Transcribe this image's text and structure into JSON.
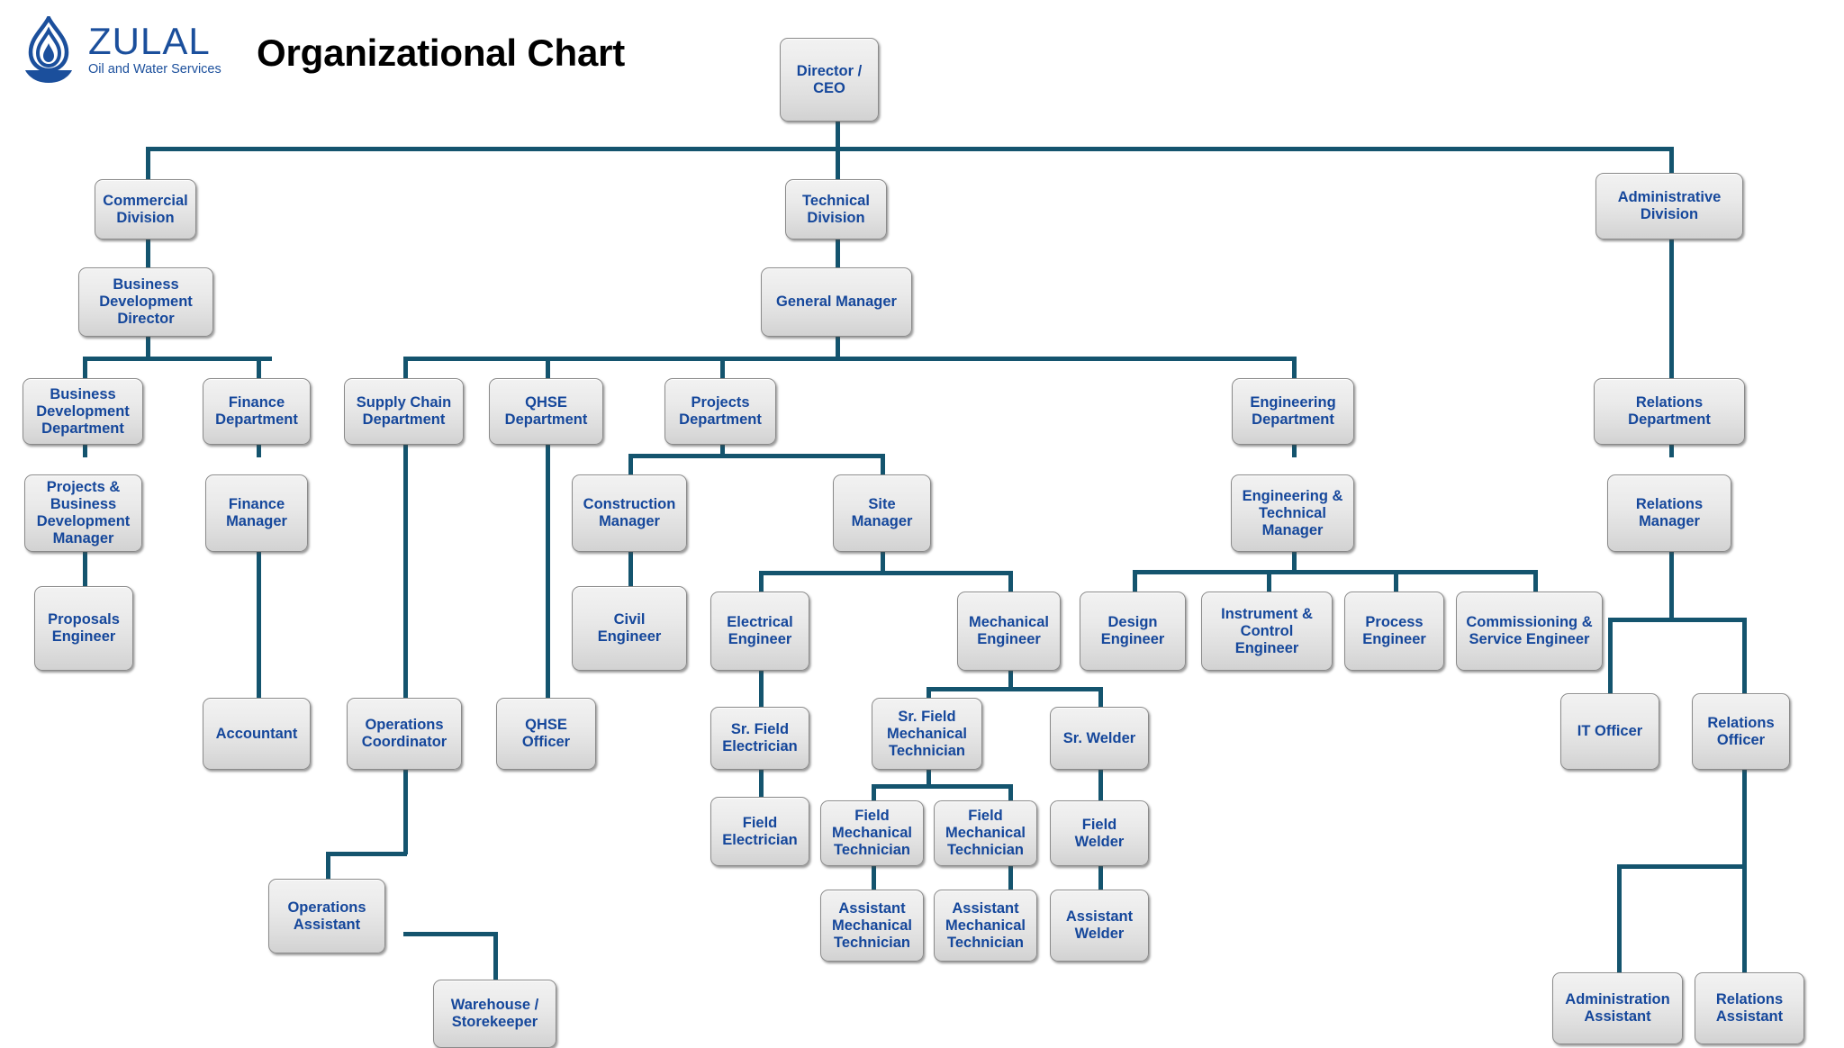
{
  "header": {
    "logo_word": "ZULAL",
    "logo_tagline": "Oil and Water Services",
    "logo_icon": "flame-droplet-bowl-icon",
    "title": "Organizational Chart"
  },
  "colors": {
    "connector": "#14546e",
    "node_text": "#15479b",
    "node_border": "#8a8a8a",
    "node_fill_top": "#f2f2f2",
    "node_fill_bottom": "#d2d2d2",
    "brand_blue": "#1b4f9c",
    "title_black": "#000000",
    "background": "#ffffff"
  },
  "chart_data": {
    "type": "diagram",
    "title": "Organizational Chart",
    "orientation": "top-down",
    "root": "Director / CEO",
    "nodes": [
      {
        "id": "ceo",
        "label": "Director /\nCEO",
        "parent": null
      },
      {
        "id": "commercial_div",
        "label": "Commercial\nDivision",
        "parent": "ceo"
      },
      {
        "id": "technical_div",
        "label": "Technical\nDivision",
        "parent": "ceo"
      },
      {
        "id": "administrative_div",
        "label": "Administrative\nDivision",
        "parent": "ceo"
      },
      {
        "id": "bd_director",
        "label": "Business\nDevelopment\nDirector",
        "parent": "commercial_div"
      },
      {
        "id": "general_manager",
        "label": "General Manager",
        "parent": "technical_div"
      },
      {
        "id": "relations_dept",
        "label": "Relations\nDepartment",
        "parent": "administrative_div"
      },
      {
        "id": "bd_dept",
        "label": "Business\nDevelopment\nDepartment",
        "parent": "bd_director"
      },
      {
        "id": "finance_dept",
        "label": "Finance\nDepartment",
        "parent": "bd_director"
      },
      {
        "id": "supply_chain_dept",
        "label": "Supply Chain\nDepartment",
        "parent": "general_manager"
      },
      {
        "id": "qhse_dept",
        "label": "QHSE\nDepartment",
        "parent": "general_manager"
      },
      {
        "id": "projects_dept",
        "label": "Projects\nDepartment",
        "parent": "general_manager"
      },
      {
        "id": "engineering_dept",
        "label": "Engineering\nDepartment",
        "parent": "general_manager"
      },
      {
        "id": "pbd_manager",
        "label": "Projects &\nBusiness\nDevelopment\nManager",
        "parent": "bd_dept"
      },
      {
        "id": "finance_manager",
        "label": "Finance\nManager",
        "parent": "finance_dept"
      },
      {
        "id": "construction_manager",
        "label": "Construction\nManager",
        "parent": "projects_dept"
      },
      {
        "id": "site_manager",
        "label": "Site\nManager",
        "parent": "projects_dept"
      },
      {
        "id": "eng_tech_manager",
        "label": "Engineering &\nTechnical\nManager",
        "parent": "engineering_dept"
      },
      {
        "id": "relations_manager",
        "label": "Relations\nManager",
        "parent": "relations_dept"
      },
      {
        "id": "proposals_engineer",
        "label": "Proposals\nEngineer",
        "parent": "pbd_manager"
      },
      {
        "id": "civil_engineer",
        "label": "Civil\nEngineer",
        "parent": "construction_manager"
      },
      {
        "id": "electrical_engineer",
        "label": "Electrical\nEngineer",
        "parent": "site_manager"
      },
      {
        "id": "mechanical_engineer",
        "label": "Mechanical\nEngineer",
        "parent": "site_manager"
      },
      {
        "id": "design_engineer",
        "label": "Design\nEngineer",
        "parent": "eng_tech_manager"
      },
      {
        "id": "instrument_engineer",
        "label": "Instrument &\nControl\nEngineer",
        "parent": "eng_tech_manager"
      },
      {
        "id": "process_engineer",
        "label": "Process\nEngineer",
        "parent": "eng_tech_manager"
      },
      {
        "id": "commissioning_engineer",
        "label": "Commissioning &\nService Engineer",
        "parent": "eng_tech_manager"
      },
      {
        "id": "accountant",
        "label": "Accountant",
        "parent": "finance_manager"
      },
      {
        "id": "operations_coordinator",
        "label": "Operations\nCoordinator",
        "parent": "supply_chain_dept"
      },
      {
        "id": "qhse_officer",
        "label": "QHSE\nOfficer",
        "parent": "qhse_dept"
      },
      {
        "id": "sr_field_electrician",
        "label": "Sr. Field\nElectrician",
        "parent": "electrical_engineer"
      },
      {
        "id": "sr_field_mech_tech",
        "label": "Sr. Field\nMechanical\nTechnician",
        "parent": "mechanical_engineer"
      },
      {
        "id": "sr_welder",
        "label": "Sr. Welder",
        "parent": "mechanical_engineer"
      },
      {
        "id": "it_officer",
        "label": "IT Officer",
        "parent": "relations_manager"
      },
      {
        "id": "relations_officer",
        "label": "Relations\nOfficer",
        "parent": "relations_manager"
      },
      {
        "id": "field_electrician",
        "label": "Field\nElectrician",
        "parent": "sr_field_electrician"
      },
      {
        "id": "field_mech_tech_1",
        "label": "Field\nMechanical\nTechnician",
        "parent": "sr_field_mech_tech"
      },
      {
        "id": "field_mech_tech_2",
        "label": "Field\nMechanical\nTechnician",
        "parent": "sr_field_mech_tech"
      },
      {
        "id": "field_welder",
        "label": "Field\nWelder",
        "parent": "sr_welder"
      },
      {
        "id": "operations_assistant",
        "label": "Operations\nAssistant",
        "parent": "operations_coordinator"
      },
      {
        "id": "warehouse_storekeeper",
        "label": "Warehouse /\nStorekeeper",
        "parent": "operations_coordinator"
      },
      {
        "id": "asst_mech_tech_1",
        "label": "Assistant\nMechanical\nTechnician",
        "parent": "field_mech_tech_1"
      },
      {
        "id": "asst_mech_tech_2",
        "label": "Assistant\nMechanical\nTechnician",
        "parent": "field_mech_tech_2"
      },
      {
        "id": "assistant_welder",
        "label": "Assistant\nWelder",
        "parent": "field_welder"
      },
      {
        "id": "administration_assistant",
        "label": "Administration\nAssistant",
        "parent": "relations_officer"
      },
      {
        "id": "relations_assistant",
        "label": "Relations\nAssistant",
        "parent": "relations_officer"
      }
    ]
  },
  "nodes": {
    "ceo": "Director /\nCEO",
    "commercial_div": "Commercial\nDivision",
    "technical_div": "Technical\nDivision",
    "administrative_div": "Administrative\nDivision",
    "bd_director": "Business\nDevelopment\nDirector",
    "general_manager": "General Manager",
    "relations_dept": "Relations\nDepartment",
    "bd_dept": "Business\nDevelopment\nDepartment",
    "finance_dept": "Finance\nDepartment",
    "supply_chain_dept": "Supply Chain\nDepartment",
    "qhse_dept": "QHSE\nDepartment",
    "projects_dept": "Projects\nDepartment",
    "engineering_dept": "Engineering\nDepartment",
    "pbd_manager": "Projects &\nBusiness\nDevelopment\nManager",
    "finance_manager": "Finance\nManager",
    "construction_manager": "Construction\nManager",
    "site_manager": "Site\nManager",
    "eng_tech_manager": "Engineering &\nTechnical\nManager",
    "relations_manager": "Relations\nManager",
    "proposals_engineer": "Proposals\nEngineer",
    "civil_engineer": "Civil\nEngineer",
    "electrical_engineer": "Electrical\nEngineer",
    "mechanical_engineer": "Mechanical\nEngineer",
    "design_engineer": "Design\nEngineer",
    "instrument_engineer": "Instrument &\nControl\nEngineer",
    "process_engineer": "Process\nEngineer",
    "commissioning_engineer": "Commissioning &\nService Engineer",
    "accountant": "Accountant",
    "operations_coordinator": "Operations\nCoordinator",
    "qhse_officer": "QHSE\nOfficer",
    "sr_field_electrician": "Sr. Field\nElectrician",
    "sr_field_mech_tech": "Sr. Field\nMechanical\nTechnician",
    "sr_welder": "Sr. Welder",
    "it_officer": "IT Officer",
    "relations_officer": "Relations\nOfficer",
    "field_electrician": "Field\nElectrician",
    "field_mech_tech_1": "Field\nMechanical\nTechnician",
    "field_mech_tech_2": "Field\nMechanical\nTechnician",
    "field_welder": "Field\nWelder",
    "operations_assistant": "Operations\nAssistant",
    "warehouse_storekeeper": "Warehouse /\nStorekeeper",
    "asst_mech_tech_1": "Assistant\nMechanical\nTechnician",
    "asst_mech_tech_2": "Assistant\nMechanical\nTechnician",
    "assistant_welder": "Assistant\nWelder",
    "administration_assistant": "Administration\nAssistant",
    "relations_assistant": "Relations\nAssistant"
  }
}
